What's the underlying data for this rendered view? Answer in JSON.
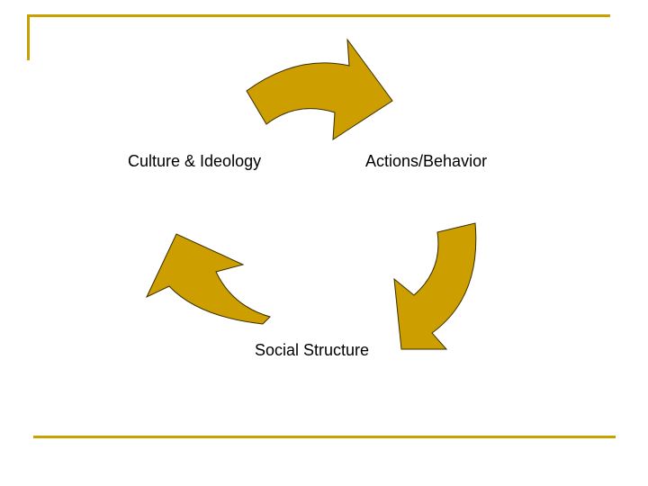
{
  "diagram": {
    "nodes": {
      "culture": "Culture & Ideology",
      "actions": "Actions/Behavior",
      "social": "Social Structure"
    },
    "colors": {
      "arrow_fill": "#cc9e00",
      "arrow_stroke": "#3a2e00",
      "rule": "#c9a000"
    }
  }
}
